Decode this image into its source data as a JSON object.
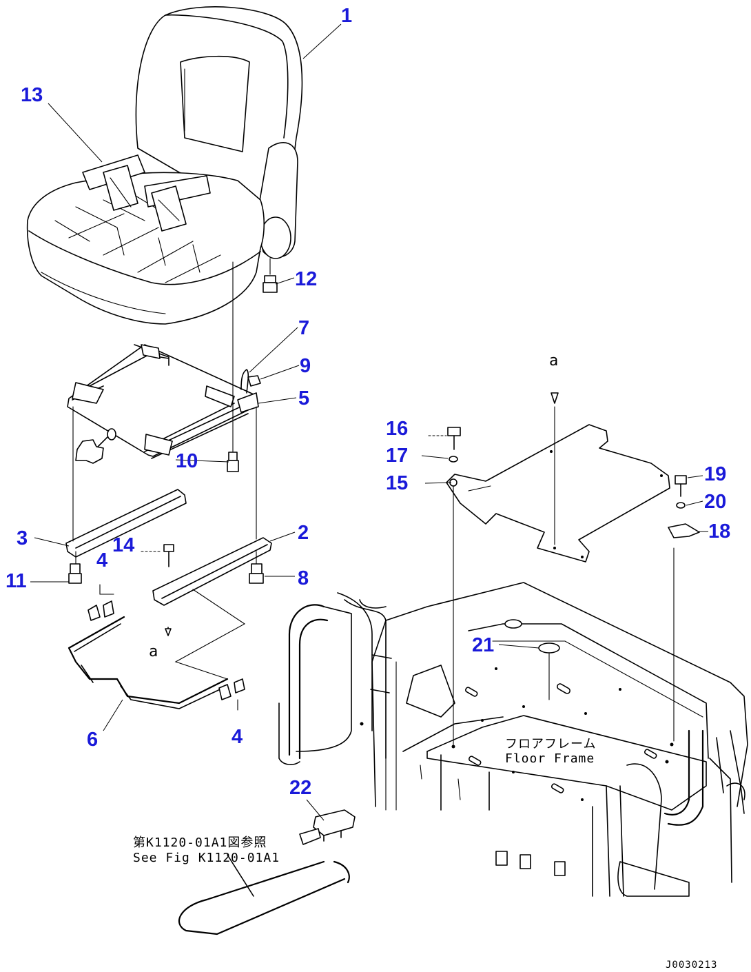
{
  "callouts": {
    "c1": "1",
    "c2": "2",
    "c3": "3",
    "c4a": "4",
    "c4b": "4",
    "c5": "5",
    "c6": "6",
    "c7": "7",
    "c8": "8",
    "c9": "9",
    "c10": "10",
    "c11": "11",
    "c12": "12",
    "c13": "13",
    "c14": "14",
    "c15": "15",
    "c16": "16",
    "c17": "17",
    "c18": "18",
    "c19": "19",
    "c20": "20",
    "c21": "21",
    "c22": "22"
  },
  "annotations": {
    "view_a_top": "a",
    "view_a_left": "a",
    "floor_frame_jp": "フロアフレーム",
    "floor_frame_en": "Floor Frame",
    "ref_jp": "第K1120-01A1図参照",
    "ref_en": "See Fig K1120-01A1",
    "drawing_id": "J0030213"
  },
  "colors": {
    "callout": "#1a1ad9",
    "line": "#000000",
    "background": "#ffffff"
  }
}
